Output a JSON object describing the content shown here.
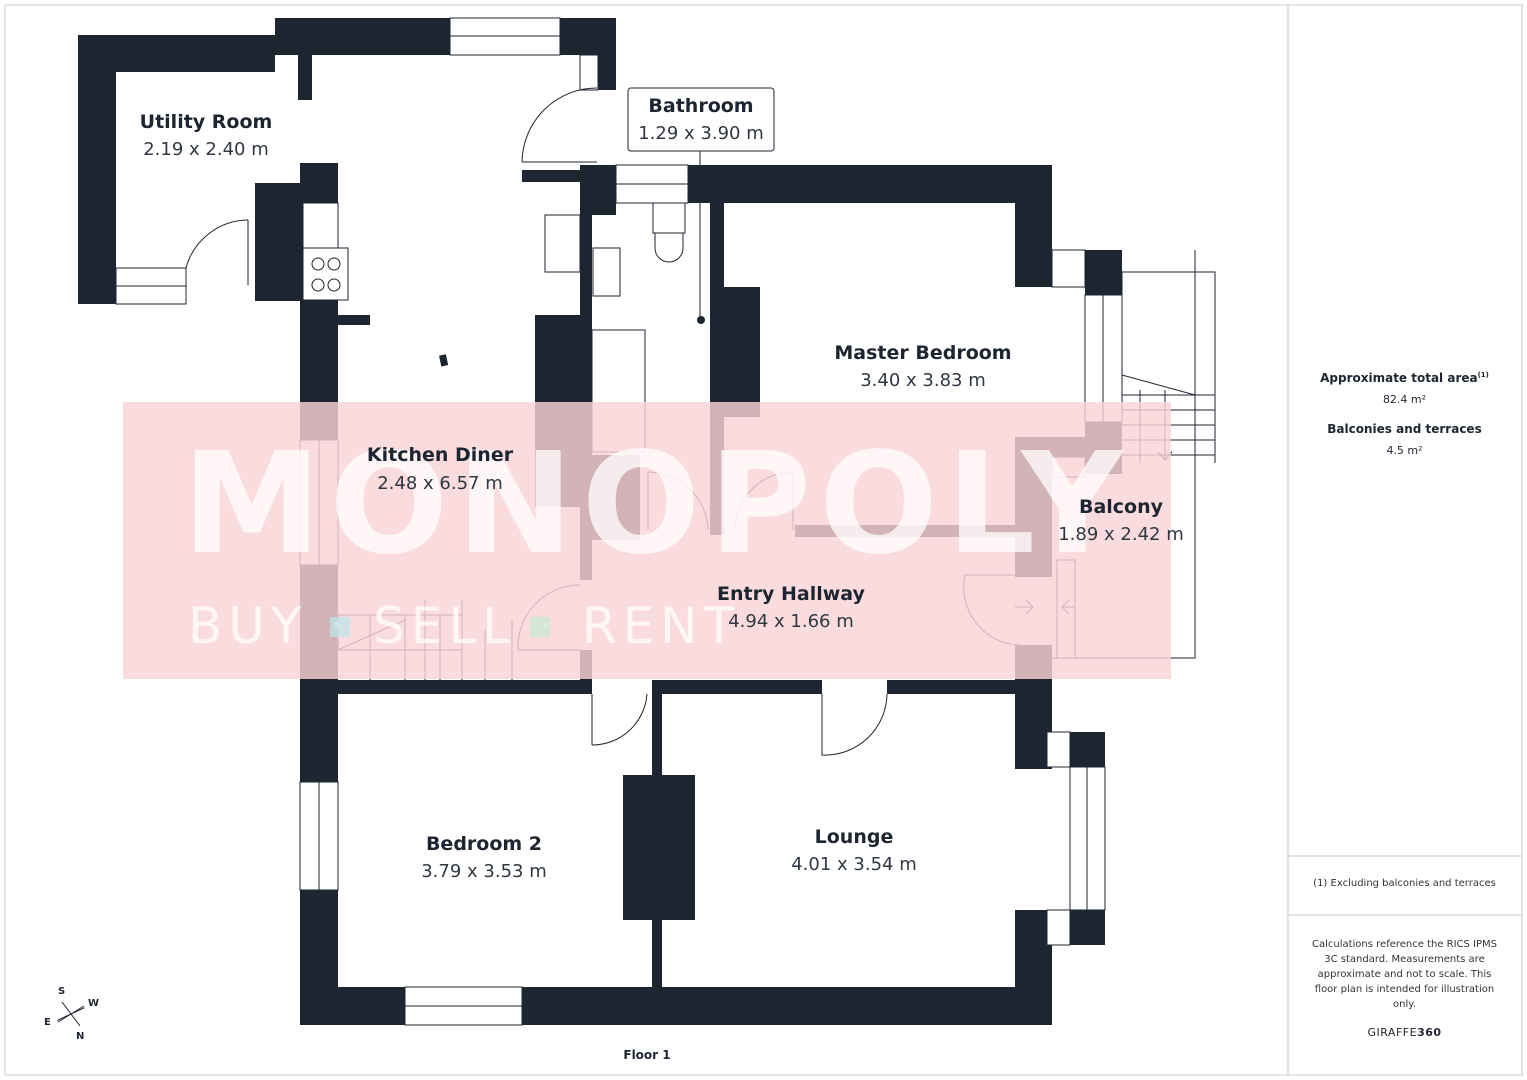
{
  "rooms": {
    "utility": {
      "name": "Utility Room",
      "dims": "2.19 x 2.40 m"
    },
    "bathroom": {
      "name": "Bathroom",
      "dims": "1.29 x 3.90 m"
    },
    "master": {
      "name": "Master Bedroom",
      "dims": "3.40 x 3.83 m"
    },
    "kitchen": {
      "name": "Kitchen Diner",
      "dims": "2.48 x 6.57 m"
    },
    "balcony": {
      "name": "Balcony",
      "dims": "1.89 x 2.42 m"
    },
    "hallway": {
      "name": "Entry Hallway",
      "dims": "4.94 x 1.66 m"
    },
    "bedroom2": {
      "name": "Bedroom 2",
      "dims": "3.79 x 3.53 m"
    },
    "lounge": {
      "name": "Lounge",
      "dims": "4.01 x 3.54 m"
    }
  },
  "watermark": {
    "main": "MONOPOLY",
    "sub": "BUY · SELL · RENT"
  },
  "floor_label": "Floor 1",
  "compass": {
    "n": "N",
    "s": "S",
    "e": "E",
    "w": "W"
  },
  "sidebar": {
    "area_title": "Approximate total area",
    "area_footnote": "(1)",
    "area_value": "82.4 m²",
    "balc_title": "Balconies and terraces",
    "balc_value": "4.5 m²",
    "footnote": "(1) Excluding balconies and terraces",
    "disclaimer": "Calculations reference the RICS IPMS 3C standard. Measurements are approximate and not to scale. This floor plan is intended for illustration only.",
    "brand_light": "GIRAFFE",
    "brand_bold": "360"
  },
  "colors": {
    "wall": "#1d2530",
    "watermark_bg": "#f9d3d7",
    "frame": "#c8c8c8"
  }
}
